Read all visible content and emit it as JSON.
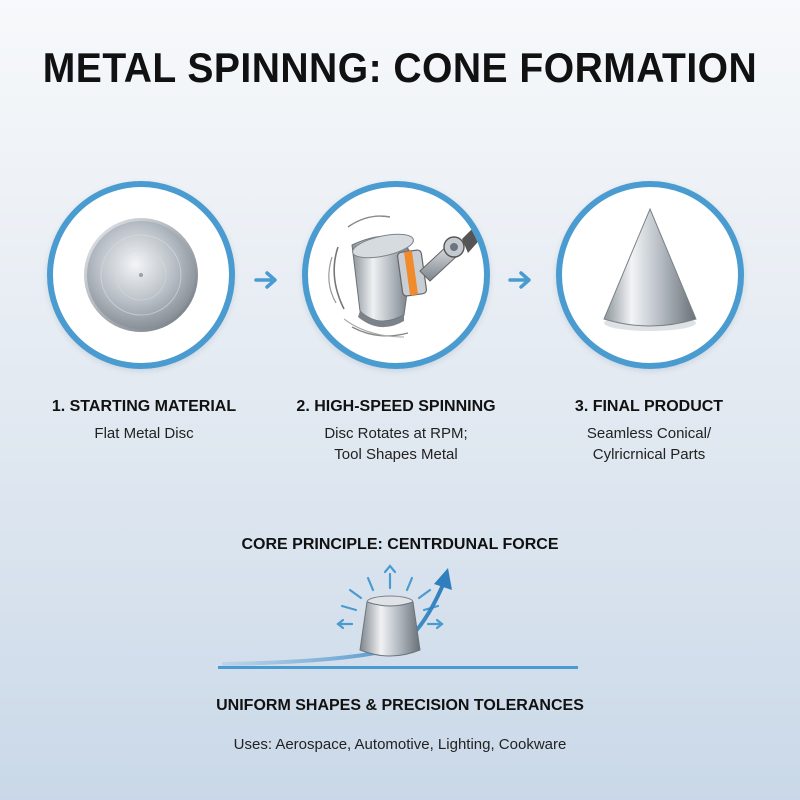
{
  "title": "METAL SPINNNG: CONE FORMATION",
  "colors": {
    "accent": "#4a9bd0",
    "tool_highlight": "#f08a2a",
    "metal": "#b7bcc2"
  },
  "steps": [
    {
      "title": "1. STARTING MATERIAL",
      "desc_lines": [
        "Flat Metal Disc"
      ],
      "icon": "flat-metal-disc-icon"
    },
    {
      "title": "2. HIGH-SPEED SPINNING",
      "desc_lines": [
        "Disc Rotates at RPM;",
        "Tool Shapes Metal"
      ],
      "icon": "spinning-tool-icon"
    },
    {
      "title": "3. FINAL PRODUCT",
      "desc_lines": [
        "Seamless Conical/",
        "Cylricrnical Parts"
      ],
      "icon": "cone-icon"
    }
  ],
  "principle": {
    "title": "CORE PRINCIPLE: CENTRDUNAL FORCE",
    "icon": "centrifugal-force-icon"
  },
  "benefits": "UNIFORM SHAPES & PRECISION TOLERANCES",
  "uses": "Uses: Aerospace, Automotive, Lighting, Cookware"
}
